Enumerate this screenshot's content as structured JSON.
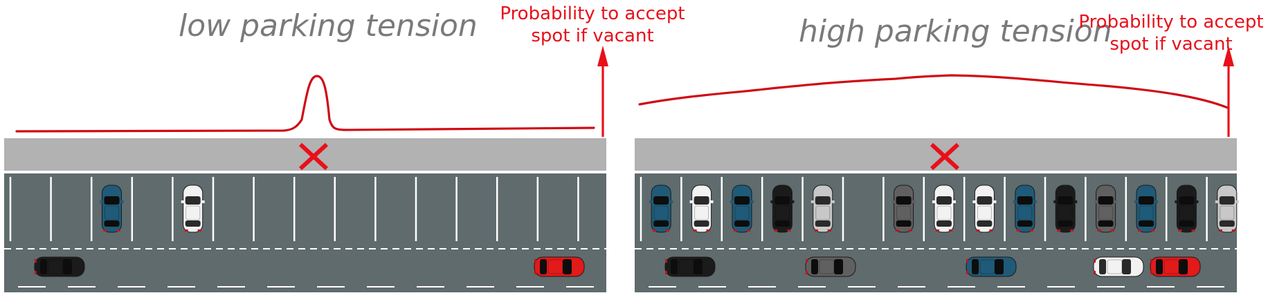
{
  "panels": {
    "left": {
      "title": "low parking tension",
      "probability_label_line1": "Probability to accept",
      "probability_label_line2": "spot if vacant",
      "parked_cars": [
        {
          "slot": 3,
          "color": "blue"
        },
        {
          "slot": 5,
          "color": "white"
        }
      ],
      "driving_cars": [
        {
          "color": "black"
        },
        {
          "color": "red"
        }
      ],
      "target_spot_marker": "x-mark",
      "probability_curve": "narrow-peak-at-target"
    },
    "right": {
      "title": "high parking tension",
      "probability_label_line1": "Probability to accept",
      "probability_label_line2": "spot if vacant",
      "parked_cars": [
        {
          "slot": 1,
          "color": "blue"
        },
        {
          "slot": 2,
          "color": "white"
        },
        {
          "slot": 3,
          "color": "blue"
        },
        {
          "slot": 4,
          "color": "black"
        },
        {
          "slot": 5,
          "color": "silver"
        },
        {
          "slot": 7,
          "color": "gray"
        },
        {
          "slot": 8,
          "color": "white"
        },
        {
          "slot": 9,
          "color": "white"
        },
        {
          "slot": 10,
          "color": "blue"
        },
        {
          "slot": 11,
          "color": "black"
        },
        {
          "slot": 12,
          "color": "gray"
        },
        {
          "slot": 13,
          "color": "blue"
        },
        {
          "slot": 14,
          "color": "black"
        },
        {
          "slot": 15,
          "color": "silver"
        }
      ],
      "driving_cars": [
        {
          "color": "black"
        },
        {
          "color": "gray"
        },
        {
          "color": "blue"
        },
        {
          "color": "white"
        },
        {
          "color": "red"
        }
      ],
      "target_spot_marker": "x-mark",
      "probability_curve": "broad-hump"
    }
  },
  "colors": {
    "accent_red": "#e8101a",
    "curve_red": "#d00b14",
    "road": "#5f6b6d",
    "sidewalk": "#b2b2b2",
    "title_gray": "#7a7a7a",
    "car_blue": "#1f5b78",
    "car_white": "#f2f2f2",
    "car_black": "#1b1b1b",
    "car_gray": "#606060",
    "car_silver": "#c8c8c8",
    "car_red": "#e21a1a"
  }
}
